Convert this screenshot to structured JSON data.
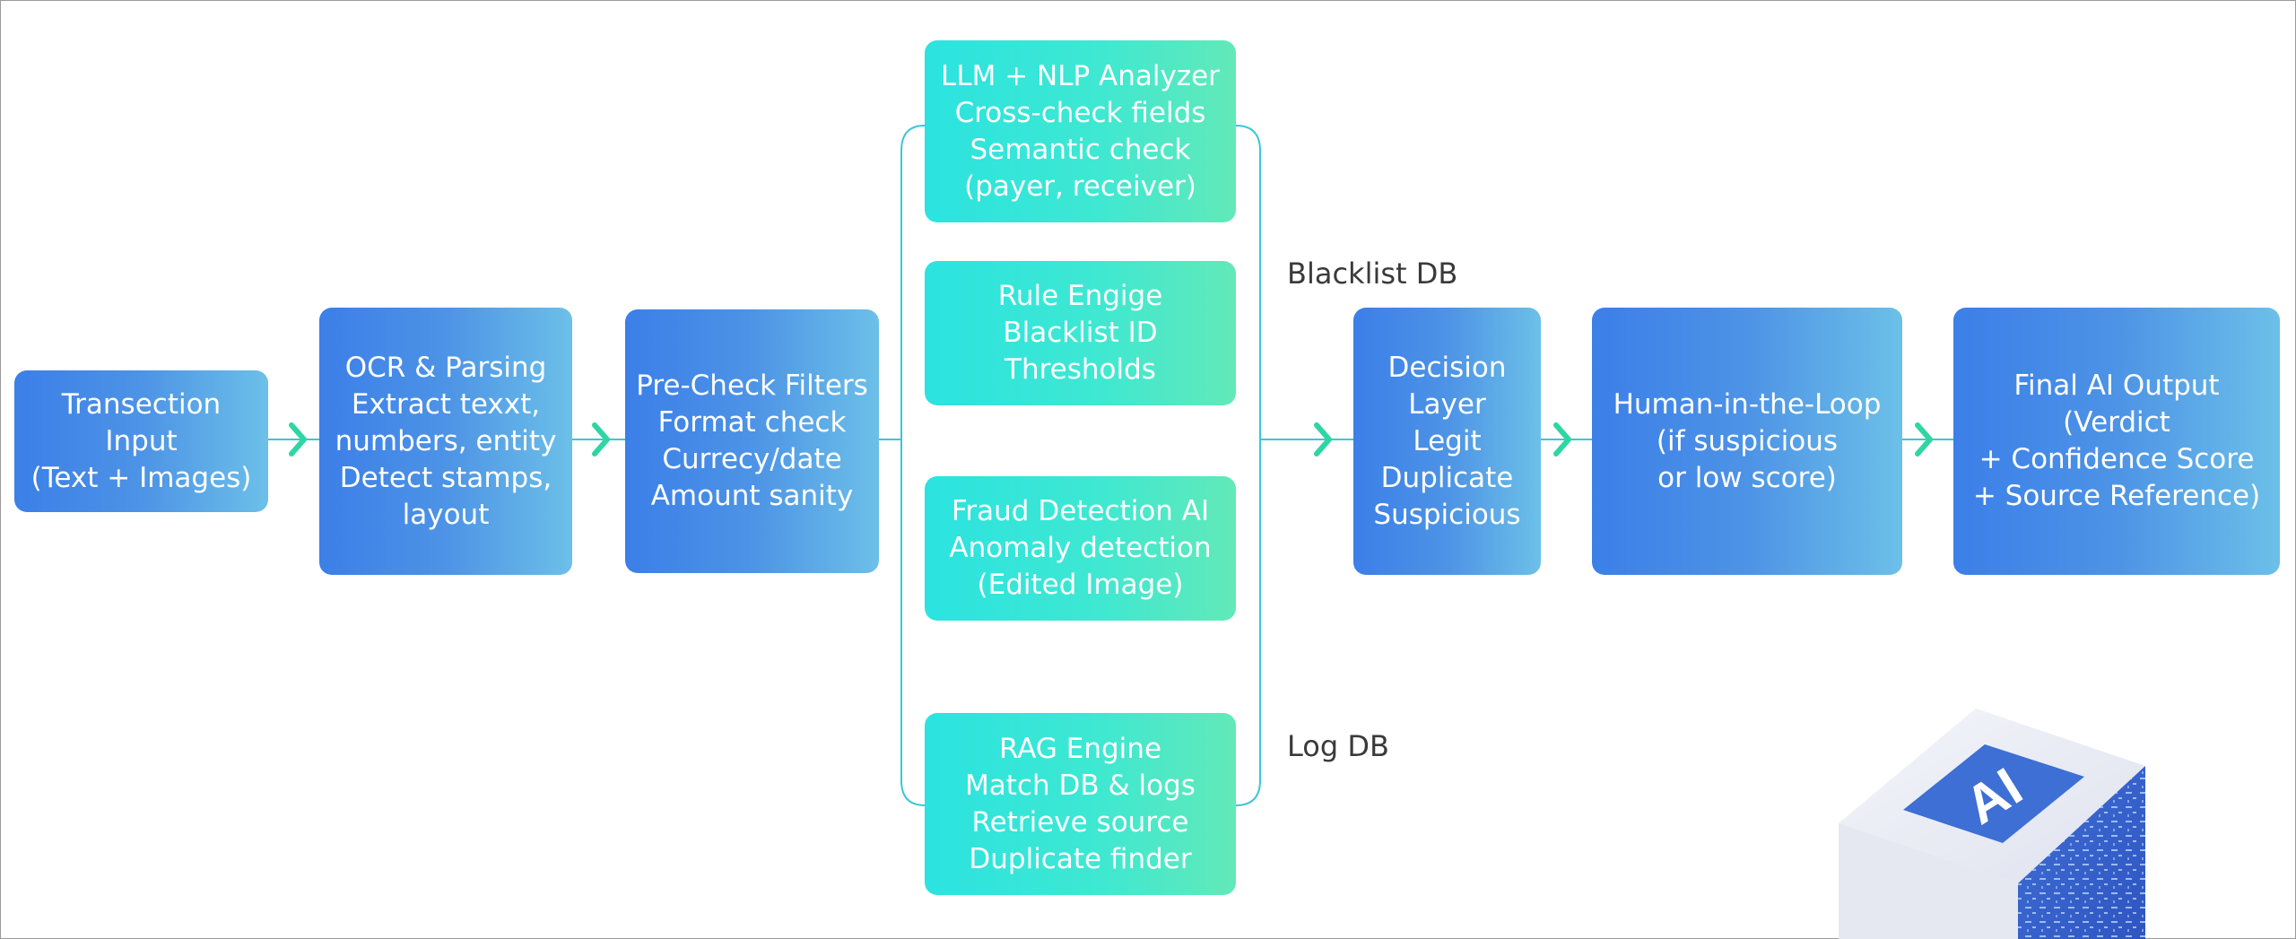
{
  "colors": {
    "blue_box_start": "#3b7fe8",
    "blue_box_end": "#6cc0e8",
    "teal_box_start": "#2be3e0",
    "teal_box_end": "#62e9b8",
    "arrow": "#2fd6a4",
    "connector": "#3cc6d8"
  },
  "nodes": {
    "input": {
      "lines": [
        "Transection",
        "Input",
        "(Text + Images)"
      ]
    },
    "ocr": {
      "lines": [
        "OCR & Parsing",
        "Extract texxt,",
        "numbers, entity",
        "Detect stamps,",
        "layout"
      ]
    },
    "precheck": {
      "lines": [
        "Pre-Check Filters",
        "Format check",
        "Currecy/date",
        "Amount sanity"
      ]
    },
    "llm": {
      "lines": [
        "LLM + NLP Analyzer",
        "Cross-check fields",
        "Semantic check",
        "(payer, receiver)"
      ]
    },
    "rule": {
      "lines": [
        "Rule Engige",
        "Blacklist ID",
        "Thresholds"
      ]
    },
    "fraud": {
      "lines": [
        "Fraud Detection AI",
        "Anomaly detection",
        "(Edited Image)"
      ]
    },
    "rag": {
      "lines": [
        "RAG Engine",
        "Match DB & logs",
        "Retrieve source",
        "Duplicate finder"
      ]
    },
    "decision": {
      "lines": [
        "Decision",
        "Layer",
        "Legit",
        "Duplicate",
        "Suspicious"
      ]
    },
    "human": {
      "lines": [
        "Human-in-the-Loop",
        "(if suspicious",
        "or low score)"
      ]
    },
    "output": {
      "lines": [
        "Final AI Output",
        "(Verdict",
        "+ Confidence Score",
        "+ Source Reference)"
      ]
    }
  },
  "labels": {
    "blacklist_db": "Blacklist DB",
    "log_db": "Log DB"
  },
  "illustration": {
    "icon": "ai-cube-icon",
    "text": "AI"
  }
}
